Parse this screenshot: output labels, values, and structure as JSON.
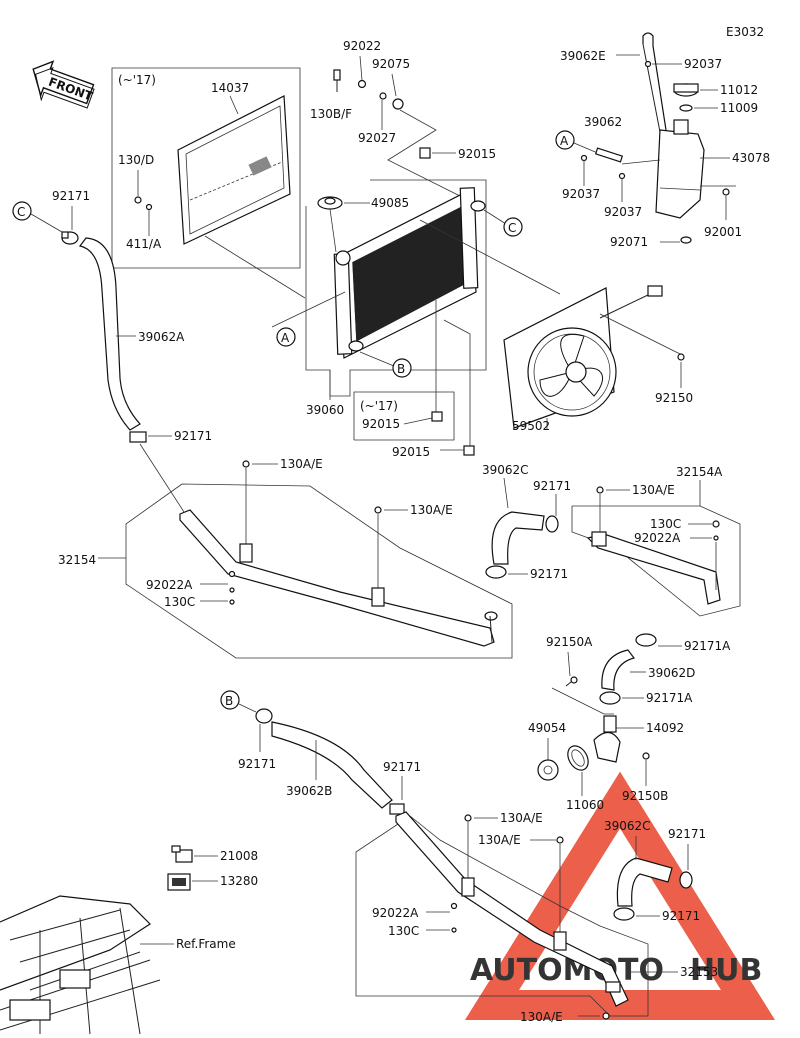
{
  "diagram_code": "E3032",
  "front_label": "FRONT",
  "refs": {
    "a": "A",
    "b": "B",
    "c": "C"
  },
  "year_note": "(~'17)",
  "ref_frame": "Ref.Frame",
  "watermark": {
    "left": "AUTOMOTO",
    "right": "HUB",
    "color_left": "#f2b48c",
    "color_right": "#8a8a8a",
    "triangle_color": "#e9442b"
  },
  "parts": {
    "p14037": "14037",
    "p130d": "130/D",
    "p411a": "411/A",
    "p92022": "92022",
    "p92075": "92075",
    "p130bf": "130B/F",
    "p92027": "92027",
    "p92015": "92015",
    "p49085": "49085",
    "p39060": "39060",
    "p59502": "59502",
    "p92150": "92150",
    "p39062e": "39062E",
    "p92037": "92037",
    "p11012": "11012",
    "p11009": "11009",
    "p39062": "39062",
    "p43078": "43078",
    "p92071": "92071",
    "p92001": "92001",
    "p92171": "92171",
    "p39062a": "39062A",
    "p130ae": "130A/E",
    "p32154": "32154",
    "p92022a": "92022A",
    "p130c": "130C",
    "p39062c": "39062C",
    "p32154a": "32154A",
    "p92171a": "92171A",
    "p92150a": "92150A",
    "p39062d": "39062D",
    "p49054": "49054",
    "p14092": "14092",
    "p11060": "11060",
    "p92150b": "92150B",
    "p39062b": "39062B",
    "p21008": "21008",
    "p13280": "13280",
    "p32153": "32153"
  }
}
